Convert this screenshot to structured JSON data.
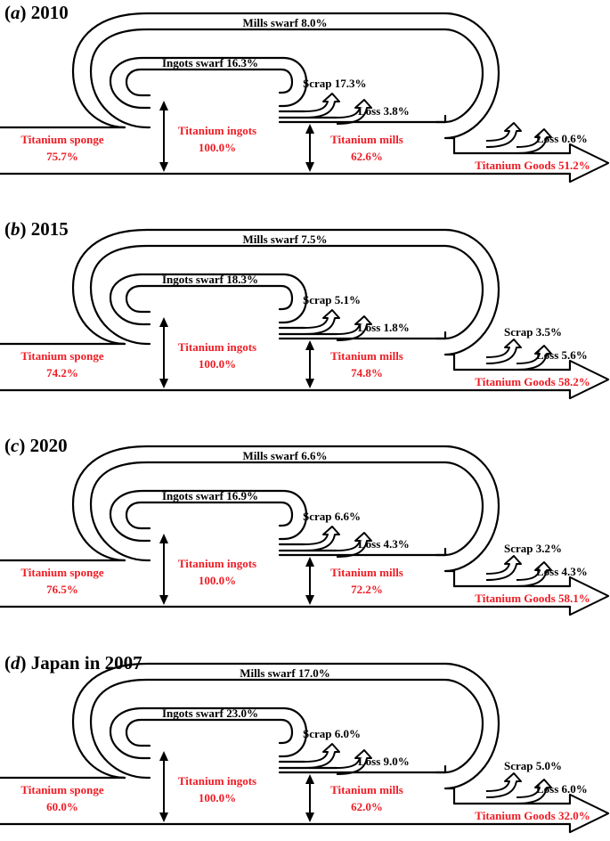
{
  "panels": [
    {
      "letter": "a",
      "title_rest": " 2010",
      "mills_swarf": "Mills swarf 8.0%",
      "ingots_swarf": "Ingots swarf 16.3%",
      "scrap1": "Scrap 17.3%",
      "loss1": "Loss 3.8%",
      "scrap2": "",
      "loss2": "Loss 0.6%",
      "sponge_label": "Titanium sponge",
      "sponge_value": "75.7%",
      "ingots_label": "Titanium ingots",
      "ingots_value": "100.0%",
      "mills_label": "Titanium mills",
      "mills_value": "62.6%",
      "goods": "Titanium Goods 51.2%"
    },
    {
      "letter": "b",
      "title_rest": " 2015",
      "mills_swarf": "Mills swarf 7.5%",
      "ingots_swarf": "Ingots swarf 18.3%",
      "scrap1": "Scrap 5.1%",
      "loss1": "Loss 1.8%",
      "scrap2": "Scrap 3.5%",
      "loss2": "Loss 5.6%",
      "sponge_label": "Titanium sponge",
      "sponge_value": "74.2%",
      "ingots_label": "Titanium ingots",
      "ingots_value": "100.0%",
      "mills_label": "Titanium mills",
      "mills_value": "74.8%",
      "goods": "Titanium Goods 58.2%"
    },
    {
      "letter": "c",
      "title_rest": " 2020",
      "mills_swarf": "Mills swarf 6.6%",
      "ingots_swarf": "Ingots swarf 16.9%",
      "scrap1": "Scrap 6.6%",
      "loss1": "Loss 4.3%",
      "scrap2": "Scrap 3.2%",
      "loss2": "Loss 4.3%",
      "sponge_label": "Titanium sponge",
      "sponge_value": "76.5%",
      "ingots_label": "Titanium ingots",
      "ingots_value": "100.0%",
      "mills_label": "Titanium mills",
      "mills_value": "72.2%",
      "goods": "Titanium Goods 58.1%"
    },
    {
      "letter": "d",
      "title_rest": " Japan in 2007",
      "mills_swarf": "Mills swarf 17.0%",
      "ingots_swarf": "Ingots swarf 23.0%",
      "scrap1": "Scrap 6.0%",
      "loss1": "Loss 9.0%",
      "scrap2": "Scrap 5.0%",
      "loss2": "Loss 6.0%",
      "sponge_label": "Titanium sponge",
      "sponge_value": "60.0%",
      "ingots_label": "Titanium ingots",
      "ingots_value": "100.0%",
      "mills_label": "Titanium mills",
      "mills_value": "62.0%",
      "goods": "Titanium Goods 32.0%"
    }
  ],
  "colors": {
    "line": "#000000",
    "highlight_text": "#ee1c24"
  }
}
